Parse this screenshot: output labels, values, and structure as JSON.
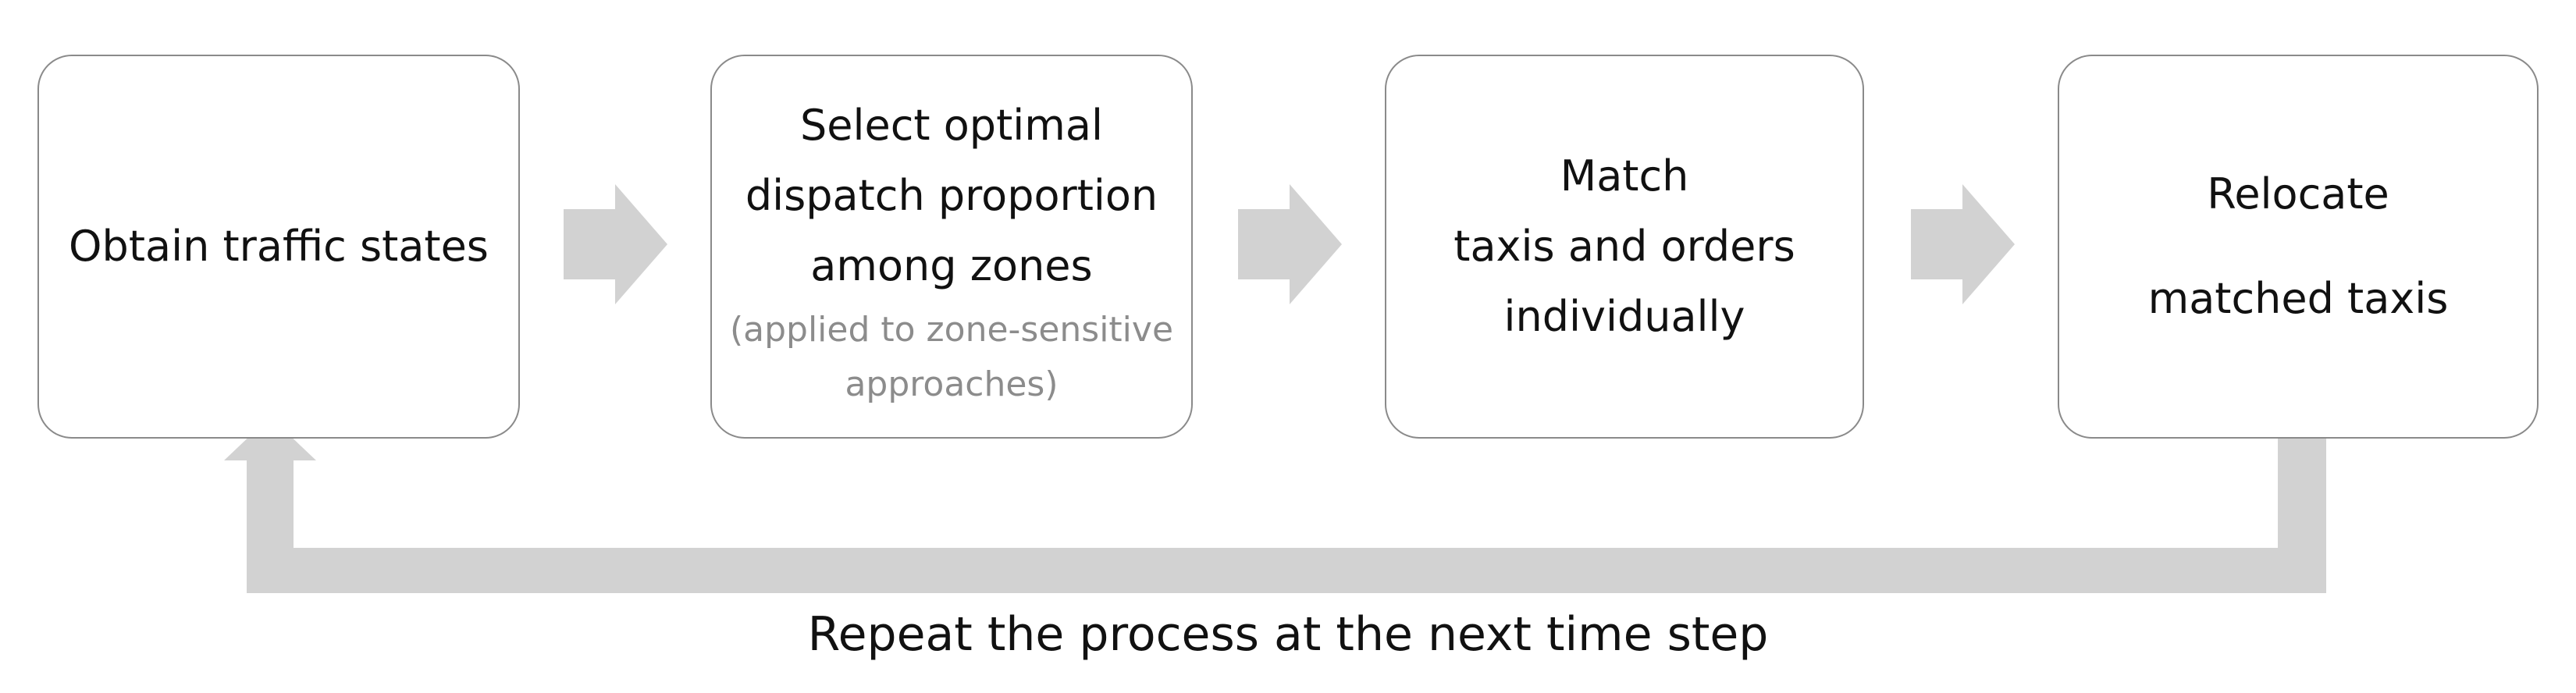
{
  "steps": [
    {
      "label": "Obtain traffic states",
      "note": ""
    },
    {
      "label": "Select optimal\ndispatch proportion\namong zones",
      "note": "(applied to zone-sensitive\napproaches)"
    },
    {
      "label": "Match\ntaxis and orders\nindividually",
      "note": ""
    },
    {
      "label": "Relocate\nmatched taxis",
      "note": ""
    }
  ],
  "loop_caption": "Repeat the process at the next time step",
  "colors": {
    "arrow": "#d2d2d2",
    "box_border": "#8a8a8a",
    "note_text": "#8c8c8c"
  }
}
